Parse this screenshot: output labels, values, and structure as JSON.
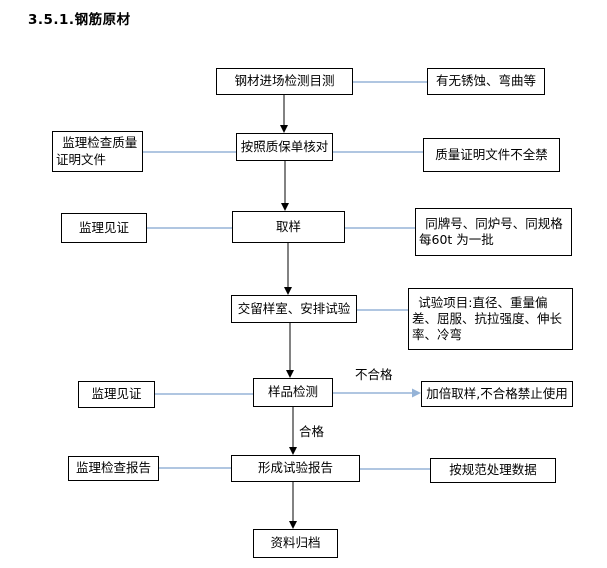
{
  "page": {
    "title": "3.5.1.钢筋原材"
  },
  "colors": {
    "box_border": "#000000",
    "connector_blue": "#95b3d7",
    "connector_dark": "#4d4d4d",
    "background": "#ffffff"
  },
  "flow": {
    "main": [
      {
        "label": "钢材进场检测目测"
      },
      {
        "label": "按照质保单核对"
      },
      {
        "label": "取样"
      },
      {
        "label": "交留样室、安排试验"
      },
      {
        "label": "样品检测"
      },
      {
        "label": "形成试验报告"
      },
      {
        "label": "资料归档"
      }
    ],
    "left": [
      {
        "label": "监理检查质量证明文件"
      },
      {
        "label": "监理见证"
      },
      {
        "label": "监理见证"
      },
      {
        "label": "监理检查报告"
      }
    ],
    "right": [
      {
        "label": "有无锈蚀、弯曲等"
      },
      {
        "label": "质量证明文件不全禁"
      },
      {
        "label": "同牌号、同炉号、同规格每60t 为一批"
      },
      {
        "label": "试验项目:直径、重量偏差、屈服、抗拉强度、伸长率、冷弯"
      },
      {
        "label": "加倍取样,不合格禁止使用"
      },
      {
        "label": "按规范处理数据"
      }
    ],
    "edge_labels": {
      "fail": "不合格",
      "pass": "合格"
    }
  }
}
